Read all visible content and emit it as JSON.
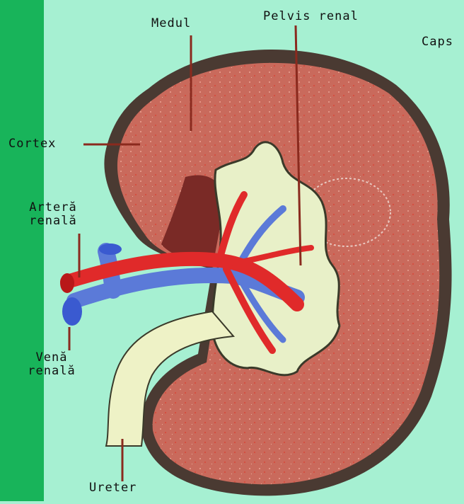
{
  "labels": {
    "medul": "Medul",
    "pelvis": "Pelvis renal",
    "capsula": "Caps",
    "cortex": "Cortex",
    "artera_1": "Arteră",
    "artera_2": "renală",
    "vena_1": "Venă",
    "vena_2": "renală",
    "ureter": "Ureter"
  },
  "colors": {
    "background": "#a6f0d2",
    "side_bar": "#18b45a",
    "capsule": "#4a3a32",
    "cortex": "#c96a5c",
    "medulla_dark": "#7a2a26",
    "pelvis": "#e8f0c8",
    "artery": "#e02a2a",
    "vein": "#5b7ad8",
    "ureter": "#eef2c6",
    "leader": "#8a2a1e"
  }
}
